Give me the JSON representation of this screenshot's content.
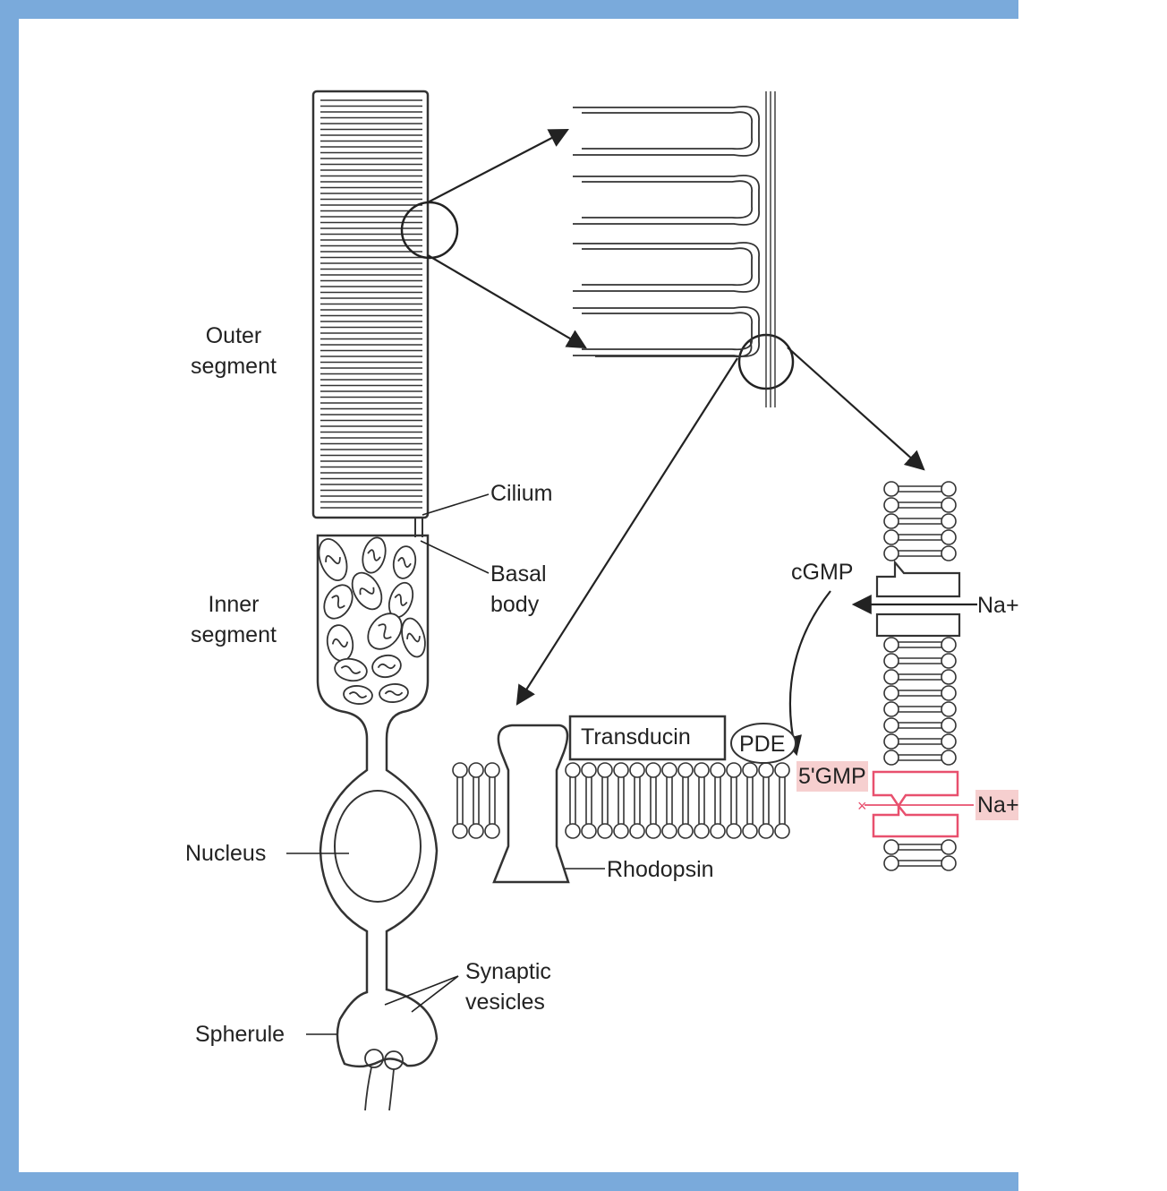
{
  "labels": {
    "outer_segment": [
      "Outer",
      "segment"
    ],
    "inner_segment": [
      "Inner",
      "segment"
    ],
    "cilium": "Cilium",
    "basal_body": [
      "Basal",
      "body"
    ],
    "nucleus": "Nucleus",
    "synaptic_vesicles": [
      "Synaptic",
      "vesicles"
    ],
    "spherule": "Spherule",
    "cgmp": "cGMP",
    "na_top": "Na+",
    "na_bottom": "Na+",
    "transducin": "Transducin",
    "pde": "PDE",
    "five_gmp": "5'GMP",
    "rhodopsin": "Rhodopsin"
  },
  "colors": {
    "frame": "#7aaadb",
    "ink": "#333333",
    "highlight_red": "#e8506e",
    "highlight_pink": "#f6cfcf"
  }
}
